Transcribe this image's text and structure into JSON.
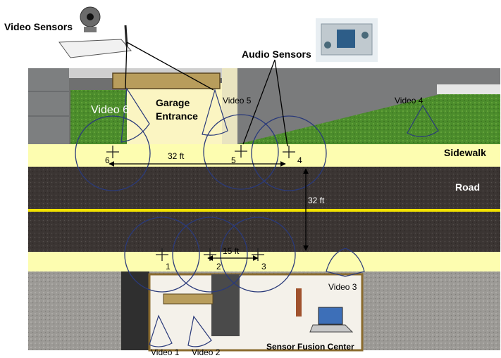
{
  "labels": {
    "video_sensors": "Video Sensors",
    "audio_sensors": "Audio Sensors",
    "garage_line1": "Garage",
    "garage_line2": "Entrance",
    "sidewalk": "Sidewalk",
    "road": "Road",
    "sensor_fusion_center": "Sensor Fusion Center"
  },
  "video_cameras": [
    {
      "id": "video-1",
      "label": "Video 1"
    },
    {
      "id": "video-2",
      "label": "Video 2"
    },
    {
      "id": "video-3",
      "label": "Video 3"
    },
    {
      "id": "video-4",
      "label": "Video 4"
    },
    {
      "id": "video-5",
      "label": "Video 5"
    },
    {
      "id": "video-6",
      "label": "Video 6"
    }
  ],
  "audio_nodes": [
    {
      "id": "audio-1",
      "label": "1"
    },
    {
      "id": "audio-2",
      "label": "2"
    },
    {
      "id": "audio-3",
      "label": "3"
    },
    {
      "id": "audio-4",
      "label": "4"
    },
    {
      "id": "audio-5",
      "label": "5"
    },
    {
      "id": "audio-6",
      "label": "6"
    }
  ],
  "measurements": {
    "sidewalk_spacing": "32 ft",
    "road_width": "32 ft",
    "near_spacing": "15 ft"
  },
  "colors": {
    "sidewalk": "#fdfdb0",
    "road": "#3b3533",
    "road_center_line": "#f2e200",
    "grass": "#4c8d2c",
    "gravel": "#9c9a96",
    "building": "#6f7070",
    "sensor_circle": "#2a3a7a"
  }
}
